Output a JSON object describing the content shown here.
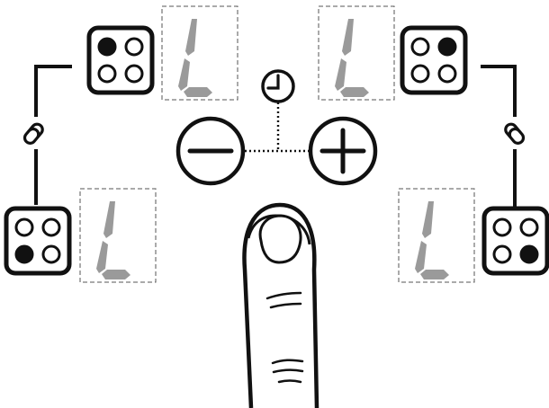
{
  "zones": [
    {
      "id": "front-left",
      "digit": "L",
      "marked": "top-left"
    },
    {
      "id": "rear-left",
      "digit": "L",
      "marked": "bottom-left"
    },
    {
      "id": "front-right",
      "digit": "L",
      "marked": "top-right"
    },
    {
      "id": "rear-right",
      "digit": "L",
      "marked": "bottom-right"
    }
  ],
  "controls": {
    "minus_icon": "minus-icon",
    "plus_icon": "plus-icon",
    "timer_icon": "clock-icon",
    "link_icon": "chain-link-icon"
  },
  "colors": {
    "line": "#111111",
    "segment": "#9a9a9a",
    "dashed_box": "#555555"
  }
}
